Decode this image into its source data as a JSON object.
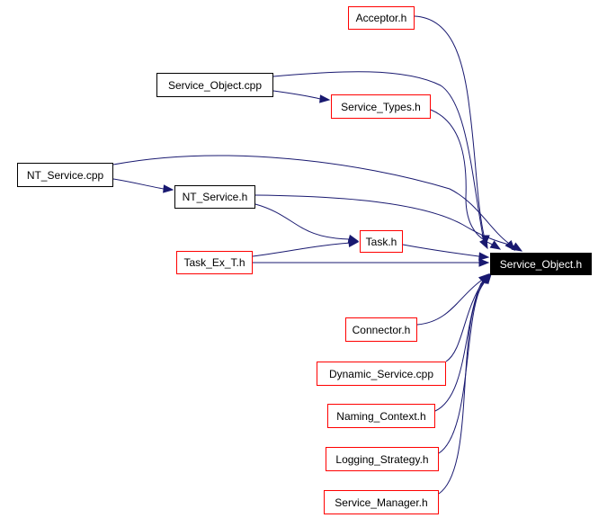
{
  "root": {
    "label": "Service_Object.h"
  },
  "nodes": [
    {
      "id": "acceptor",
      "label": "Acceptor.h",
      "documented": false
    },
    {
      "id": "service_object_cpp",
      "label": "Service_Object.cpp",
      "documented": true
    },
    {
      "id": "service_types",
      "label": "Service_Types.h",
      "documented": false
    },
    {
      "id": "nt_service_cpp",
      "label": "NT_Service.cpp",
      "documented": true
    },
    {
      "id": "nt_service_h",
      "label": "NT_Service.h",
      "documented": true
    },
    {
      "id": "task_h",
      "label": "Task.h",
      "documented": false
    },
    {
      "id": "task_ex_t",
      "label": "Task_Ex_T.h",
      "documented": false
    },
    {
      "id": "connector",
      "label": "Connector.h",
      "documented": false
    },
    {
      "id": "dynamic_service",
      "label": "Dynamic_Service.cpp",
      "documented": false
    },
    {
      "id": "naming_context",
      "label": "Naming_Context.h",
      "documented": false
    },
    {
      "id": "logging_strategy",
      "label": "Logging_Strategy.h",
      "documented": false
    },
    {
      "id": "service_manager",
      "label": "Service_Manager.h",
      "documented": false
    }
  ],
  "edges": [
    [
      "acceptor",
      "root"
    ],
    [
      "service_object_cpp",
      "root"
    ],
    [
      "service_object_cpp",
      "service_types"
    ],
    [
      "service_types",
      "root"
    ],
    [
      "nt_service_cpp",
      "root"
    ],
    [
      "nt_service_cpp",
      "nt_service_h"
    ],
    [
      "nt_service_h",
      "root"
    ],
    [
      "nt_service_h",
      "task_h"
    ],
    [
      "task_ex_t",
      "task_h"
    ],
    [
      "task_ex_t",
      "root"
    ],
    [
      "task_h",
      "root"
    ],
    [
      "connector",
      "root"
    ],
    [
      "dynamic_service",
      "root"
    ],
    [
      "naming_context",
      "root"
    ],
    [
      "logging_strategy",
      "root"
    ],
    [
      "service_manager",
      "root"
    ]
  ],
  "colors": {
    "edge": "#191970",
    "undocumented_border": "#ff0000",
    "documented_border": "#000000",
    "root_fill": "#000000"
  }
}
